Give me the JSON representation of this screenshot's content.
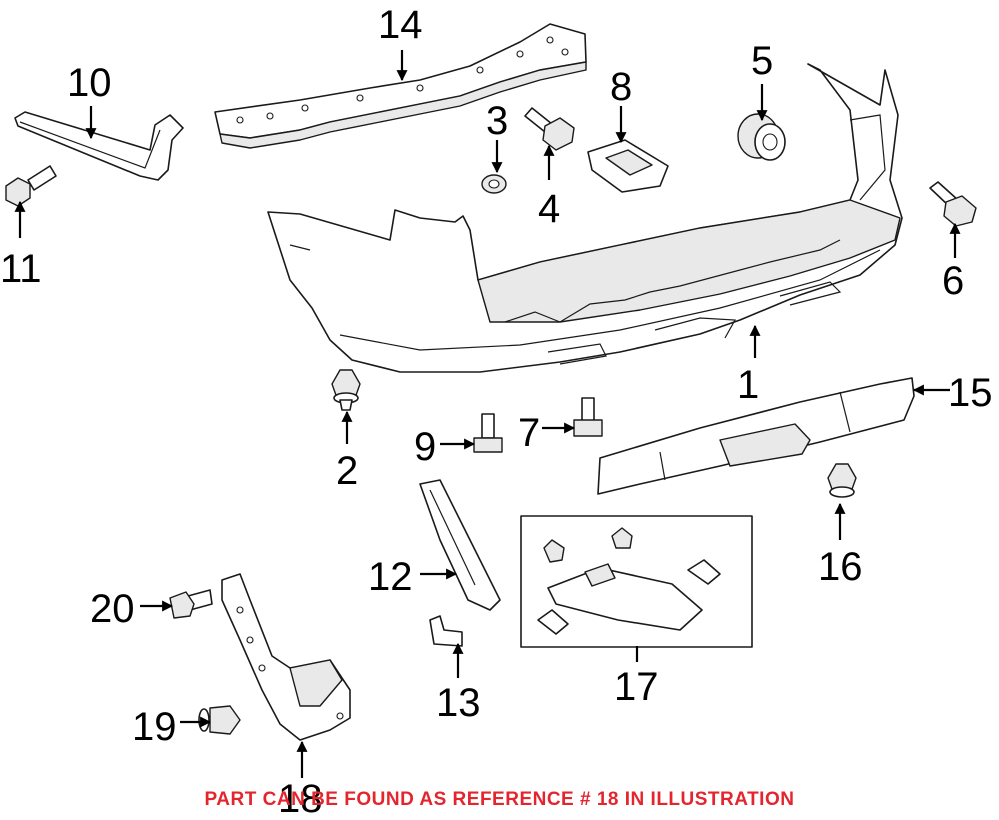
{
  "callouts": [
    "1",
    "2",
    "3",
    "4",
    "5",
    "6",
    "7",
    "8",
    "9",
    "10",
    "11",
    "12",
    "13",
    "14",
    "15",
    "16",
    "17",
    "18",
    "19",
    "20"
  ],
  "notice": "PART CAN BE FOUND AS REFERENCE # 18 IN ILLUSTRATION",
  "colors": {
    "notice": "#e4252d",
    "line": "#1a1a1a",
    "background": "#ffffff"
  }
}
